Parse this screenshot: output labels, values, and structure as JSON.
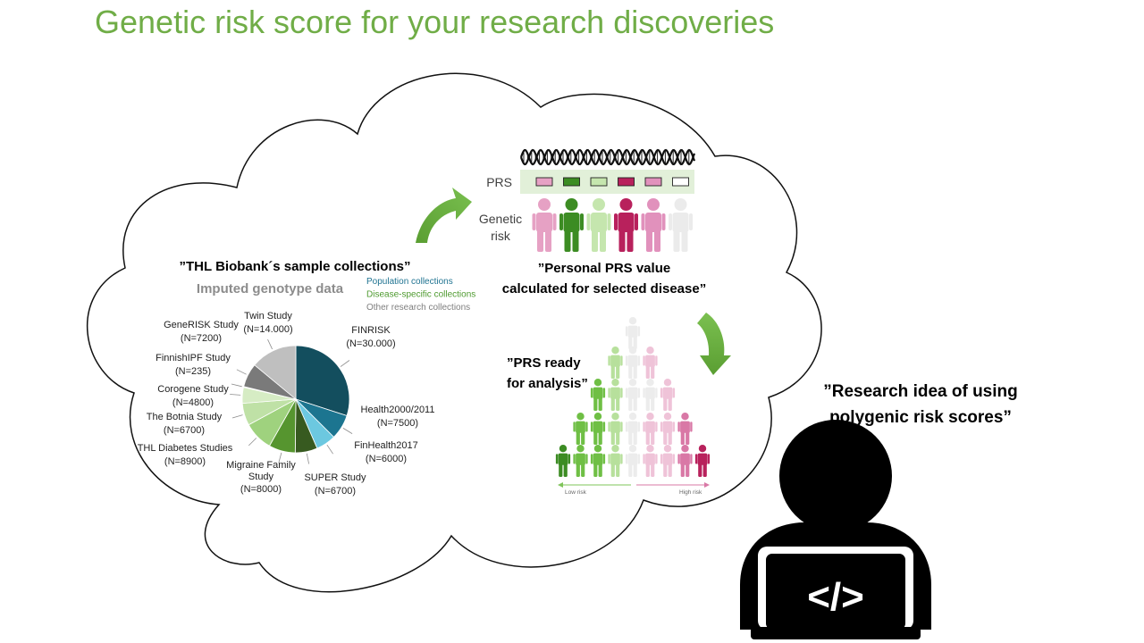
{
  "title": "Genetic risk score for your research discoveries",
  "biobank": {
    "quote": "”THL Biobank´s sample collections”",
    "chart_title": "Imputed genotype data",
    "legend": [
      {
        "label": "Population collections",
        "color": "#1f7391"
      },
      {
        "label": "Disease-specific collections",
        "color": "#4e9a2f"
      },
      {
        "label": "Other research collections",
        "color": "#7f7f7f"
      }
    ]
  },
  "chart_data": {
    "type": "pie",
    "title": "Imputed genotype data",
    "slices": [
      {
        "label": "FINRISK",
        "n": "(N=30.000)",
        "value": 30000,
        "group": "Population collections",
        "color": "#134e5e"
      },
      {
        "label": "Health2000/2011",
        "n": "(N=7500)",
        "value": 7500,
        "group": "Population collections",
        "color": "#1c7590"
      },
      {
        "label": "FinHealth2017",
        "n": "(N=6000)",
        "value": 6000,
        "group": "Population collections",
        "color": "#6cc8e0"
      },
      {
        "label": "SUPER Study",
        "n": "(N=6700)",
        "value": 6700,
        "group": "Disease-specific collections",
        "color": "#375a20"
      },
      {
        "label": "Migraine Family Study",
        "n": "(N=8000)",
        "value": 8000,
        "group": "Disease-specific collections",
        "color": "#56952f"
      },
      {
        "label": "THL Diabetes Studies",
        "n": "(N=8900)",
        "value": 8900,
        "group": "Disease-specific collections",
        "color": "#9fd27e"
      },
      {
        "label": "The Botnia Study",
        "n": "(N=6700)",
        "value": 6700,
        "group": "Disease-specific collections",
        "color": "#bfe1a6"
      },
      {
        "label": "Corogene Study",
        "n": "(N=4800)",
        "value": 4800,
        "group": "Disease-specific collections",
        "color": "#d6ecc4"
      },
      {
        "label": "FinnishIPF Study",
        "n": "(N=235)",
        "value": 235,
        "group": "Disease-specific collections",
        "color": "#eaf5df"
      },
      {
        "label": "GeneRISK Study",
        "n": "(N=7200)",
        "value": 7200,
        "group": "Other research collections",
        "color": "#7a7a7a"
      },
      {
        "label": "Twin Study",
        "n": "(N=14.000)",
        "value": 14000,
        "group": "Other research collections",
        "color": "#bfbfbf"
      }
    ]
  },
  "prs_panel": {
    "prs_label": "PRS",
    "genetic_risk_label": "Genetic risk",
    "boxes": [
      "#e6a1c4",
      "#3c8c23",
      "#c5e6ae",
      "#b8215c",
      "#e191bc",
      "#ffffff"
    ],
    "people": [
      "#e6a1c4",
      "#3c8c23",
      "#c5e6ae",
      "#b8215c",
      "#e191bc",
      "#ebebeb"
    ],
    "quote_line1": "”Personal PRS value",
    "quote_line2": "calculated for selected disease”"
  },
  "analysis": {
    "quote_line1": "”PRS ready",
    "quote_line2": "for analysis”",
    "low_risk": "Low risk",
    "high_risk": "High risk",
    "colors": {
      "green_dark": "#3c8c23",
      "green": "#6fbf45",
      "green_light": "#b7e09c",
      "neutral": "#ececec",
      "pink_light": "#efc3d8",
      "pink": "#d978a6",
      "pink_dark": "#b8215c"
    }
  },
  "researcher": {
    "quote_line1": "”Research idea of using",
    "quote_line2": "polygenic risk scores”",
    "code_symbol": "</>"
  },
  "colors": {
    "title_green": "#70ad47",
    "arrow_green": "#66ad3e"
  }
}
